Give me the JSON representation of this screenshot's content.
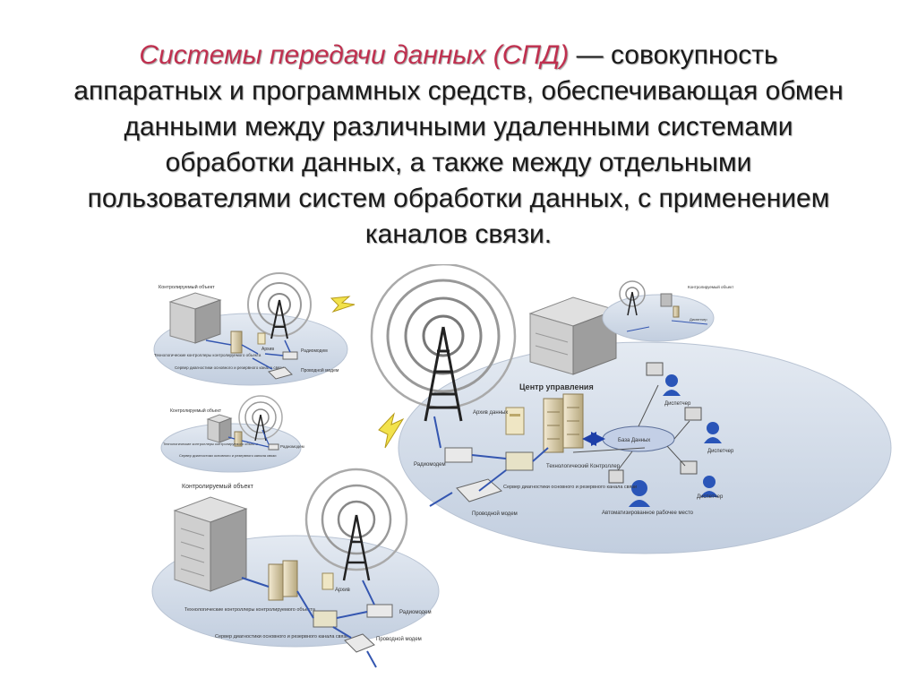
{
  "slide": {
    "definition_term": "Системы передачи данных (СПД)",
    "definition_lines": [
      "— совокупность",
      "аппаратных и программных средств, обеспечивающая обмен",
      "данными между различными удаленными системами",
      "обработки данных, а также между отдельными",
      "пользователями систем обработки данных, с применением",
      "каналов связи."
    ]
  },
  "colors": {
    "term": "#c0304f",
    "ellipse": "#cfd9e6",
    "link": "#3456b0",
    "arrow": "#1e3fa8"
  },
  "diagram": {
    "center_title": "Центр управления",
    "center_labels": {
      "archive": "Архив данных",
      "database": "База Данных",
      "dispatcher1": "Диспетчер",
      "dispatcher2": "Диспетчер",
      "dispatcher3": "Диспетчер",
      "radiomodem": "Радиомодем",
      "tech_controller": "Технологический Контроллер",
      "diag_server": "Сервер диагностики основного и резервного канала связи",
      "wired_modem": "Проводной модем",
      "workstation": "Автоматизированное рабочее место"
    },
    "site1_labels": {
      "object": "Контролируемый объект",
      "archive": "Архив",
      "radiomodem": "Радиомодем",
      "tech_controller": "Технологические контроллеры контролируемого объекта",
      "diag_server": "Сервер диагностики основного и резервного канала связи",
      "wired_modem": "Проводной модем"
    },
    "site2_labels": {
      "object": "Контролируемый объект",
      "tech_controller": "Технологические контроллеры контролируемого объекта",
      "radiomodem": "Радиомодем",
      "diag_server": "Сервер диагностики основного и резервного канала связи"
    },
    "site3_labels": {
      "object": "Контролируемый объект",
      "archive": "Архив",
      "radiomodem": "Радиомодем",
      "tech_controller": "Технологические контроллеры контролируемого объекта",
      "diag_server": "Сервер диагностики основного и резервного канала связи",
      "wired_modem": "Проводной модем"
    },
    "topright_labels": {
      "object": "Контролируемый объект",
      "dispatcher": "Диспетчер"
    }
  }
}
